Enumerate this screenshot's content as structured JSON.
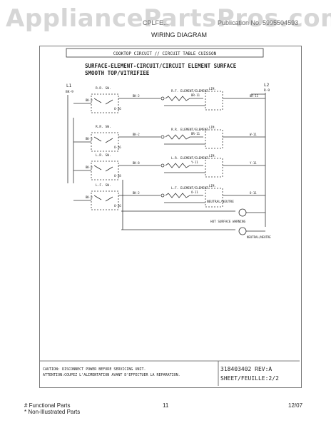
{
  "header": {
    "watermark": "AppliancePartsPros.com",
    "model_fragment": "CPLFE...",
    "publication": "Publication No. 5995504593",
    "page_title": "WIRING DIAGRAM"
  },
  "diagram": {
    "circuit_title": "COOKTOP CIRCUIT // CIRCUIT TABLE CUISSON",
    "heading_line1": "SURFACE-ELEMENT-CIRCUIT/CIRCUIT ELEMENT SURFACE",
    "heading_line2": "SMOOTH TOP/VITRIFIEE",
    "line_in": "L1",
    "line_out": "L2",
    "label_l1_wire": "BK-9",
    "label_l2_wire": "R-9",
    "switches": [
      {
        "name": "R.R. SW.",
        "wire_in": "BK-3",
        "wire_out": "BK-2",
        "pin": "O-26",
        "element": "R.F. ELEMENT/ELEMENT",
        "wire_elem": "BR-11",
        "wire_right": "BR-11"
      },
      {
        "name": "R.R. SW.",
        "wire_in": "BK-3",
        "wire_out": "BK-2",
        "pin": "O-26",
        "element": "R.R. ELEMENT/ELEMENT",
        "wire_elem": "BR-11",
        "wire_right": "W-11"
      },
      {
        "name": "L.R. SW.",
        "wire_in": "BK-3",
        "wire_out": "BK-8",
        "pin": "O-28",
        "element": "L.R. ELEMENT/ELEMENT",
        "wire_elem": "Y-11",
        "wire_right": "Y-11"
      },
      {
        "name": "L.F. SW.",
        "wire_in": "BK-3",
        "wire_out": "BK-2",
        "pin": "O-26",
        "element": "L.F. ELEMENT/ELEMENT",
        "wire_elem": "O-11",
        "wire_right": "O-11"
      }
    ],
    "limiter_label": "LIM.",
    "neutral_label": "NEUTRAL/NEUTRE",
    "indicator_label": "HOT SURFACE WARNING",
    "neutral_label_2": "NEUTRAL/NEUTRE",
    "warning_en": "CAUTION: DISCONNECT POWER BEFORE SERVICING UNIT.",
    "warning_fr": "ATTENTION:COUPEZ L'ALIMENTATION AVANT D'EFFECTUER LA REPARATION.",
    "doc_number": "318403402 REV:A",
    "sheet": "SHEET/FEUILLE:2/2"
  },
  "footer": {
    "legend1": "# Functional Parts",
    "legend2": "* Non-Illustrated Parts",
    "page_number": "11",
    "date": "12/07"
  }
}
